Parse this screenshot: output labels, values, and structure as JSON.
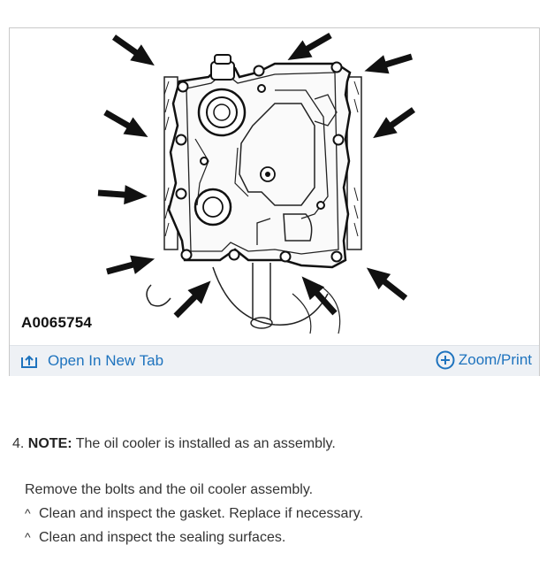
{
  "figure": {
    "id_label": "A0065754",
    "open_tab_label": "Open In New Tab",
    "zoom_label": "Zoom/Print"
  },
  "step": {
    "number": "4.",
    "note_label": "NOTE:",
    "note_text": "The oil cooler is installed as an assembly."
  },
  "instructions": {
    "main": "Remove the bolts and the oil cooler assembly.",
    "bullets": [
      {
        "marker": "^",
        "text": "Clean and inspect the gasket. Replace if necessary."
      },
      {
        "marker": "^",
        "text": "Clean and inspect the sealing surfaces."
      }
    ]
  },
  "colors": {
    "link": "#1e73be",
    "bar": "#eef1f5"
  },
  "icons": {
    "open_tab": "open-new-tab-icon",
    "zoom": "zoom-plus-icon"
  }
}
